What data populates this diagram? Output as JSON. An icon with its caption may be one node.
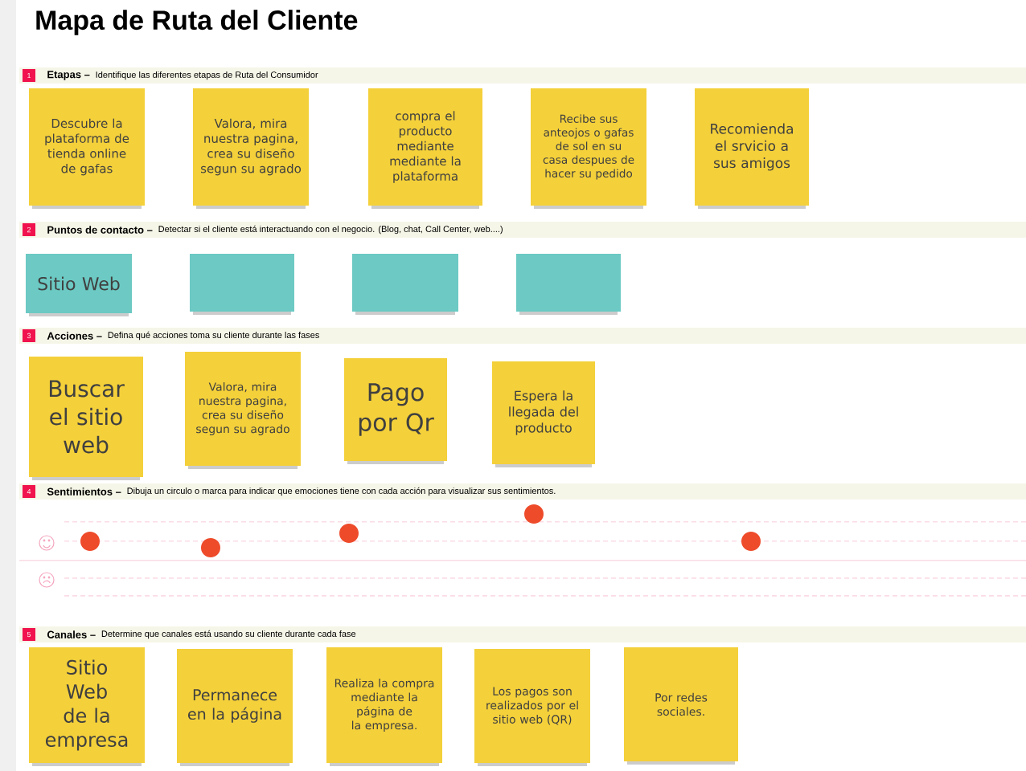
{
  "diagram": {
    "title": "Mapa de Ruta del Cliente",
    "nodes": [
      {
        "text": [
          "Descubre la plataforma de tienda online de gafas"
        ]
      },
      {
        "text": [
          "Valora, mira nuestra pagina, crea su diseño segun su agrado"
        ]
      },
      {
        "text": [
          "compra el producto mediante mediante la plataforma"
        ]
      },
      {
        "text": [
          "Recibe sus anteojos o gafas de sol en su casa despues de hacer su pedido"
        ]
      },
      {
        "text": [
          "Recomienda el srvicio a sus amigos"
        ]
      },
      {
        "text": [
          "Sitio Web"
        ]
      },
      {
        "text": [],
        "shape": "box"
      },
      {
        "text": [],
        "shape": "box"
      },
      {
        "text": [],
        "shape": "box"
      },
      {
        "text": [
          "Buscar el sitio web"
        ]
      },
      {
        "text": [
          "Valora, mira nuestra pagina, crea su diseño segun su agrado"
        ]
      },
      {
        "text": [
          "Pago por Qr"
        ]
      },
      {
        "text": [
          "Espera la llegada del producto"
        ]
      },
      {
        "text": [
          "Sitio Web de la empresa"
        ]
      },
      {
        "text": [
          "Permanece en la página"
        ]
      },
      {
        "text": [
          "Realiza la compra mediante la página de la empresa."
        ]
      },
      {
        "text": [
          "Los pagos son realizados por el sitio web (QR)"
        ]
      },
      {
        "text": [
          "Por redes sociales."
        ]
      }
    ],
    "labels": [
      "1",
      "Etapas –",
      "Identifique las diferentes etapas de Ruta del Consumidor",
      "2",
      "Puntos de contacto –",
      "Detectar si el cliente está interactuando con el negocio. (Blog, chat, Call Center, web....)",
      "3",
      "Acciones –",
      "Defina qué acciones toma su cliente durante las fases",
      "4",
      "Sentimientos –",
      "Dibuja un circulo o marca para indicar que  emociones tiene con cada acción para visualizar sus sentimientos.",
      "5",
      "Canales –",
      "Determine que canales está usando su cliente durante cada fase"
    ]
  }
}
